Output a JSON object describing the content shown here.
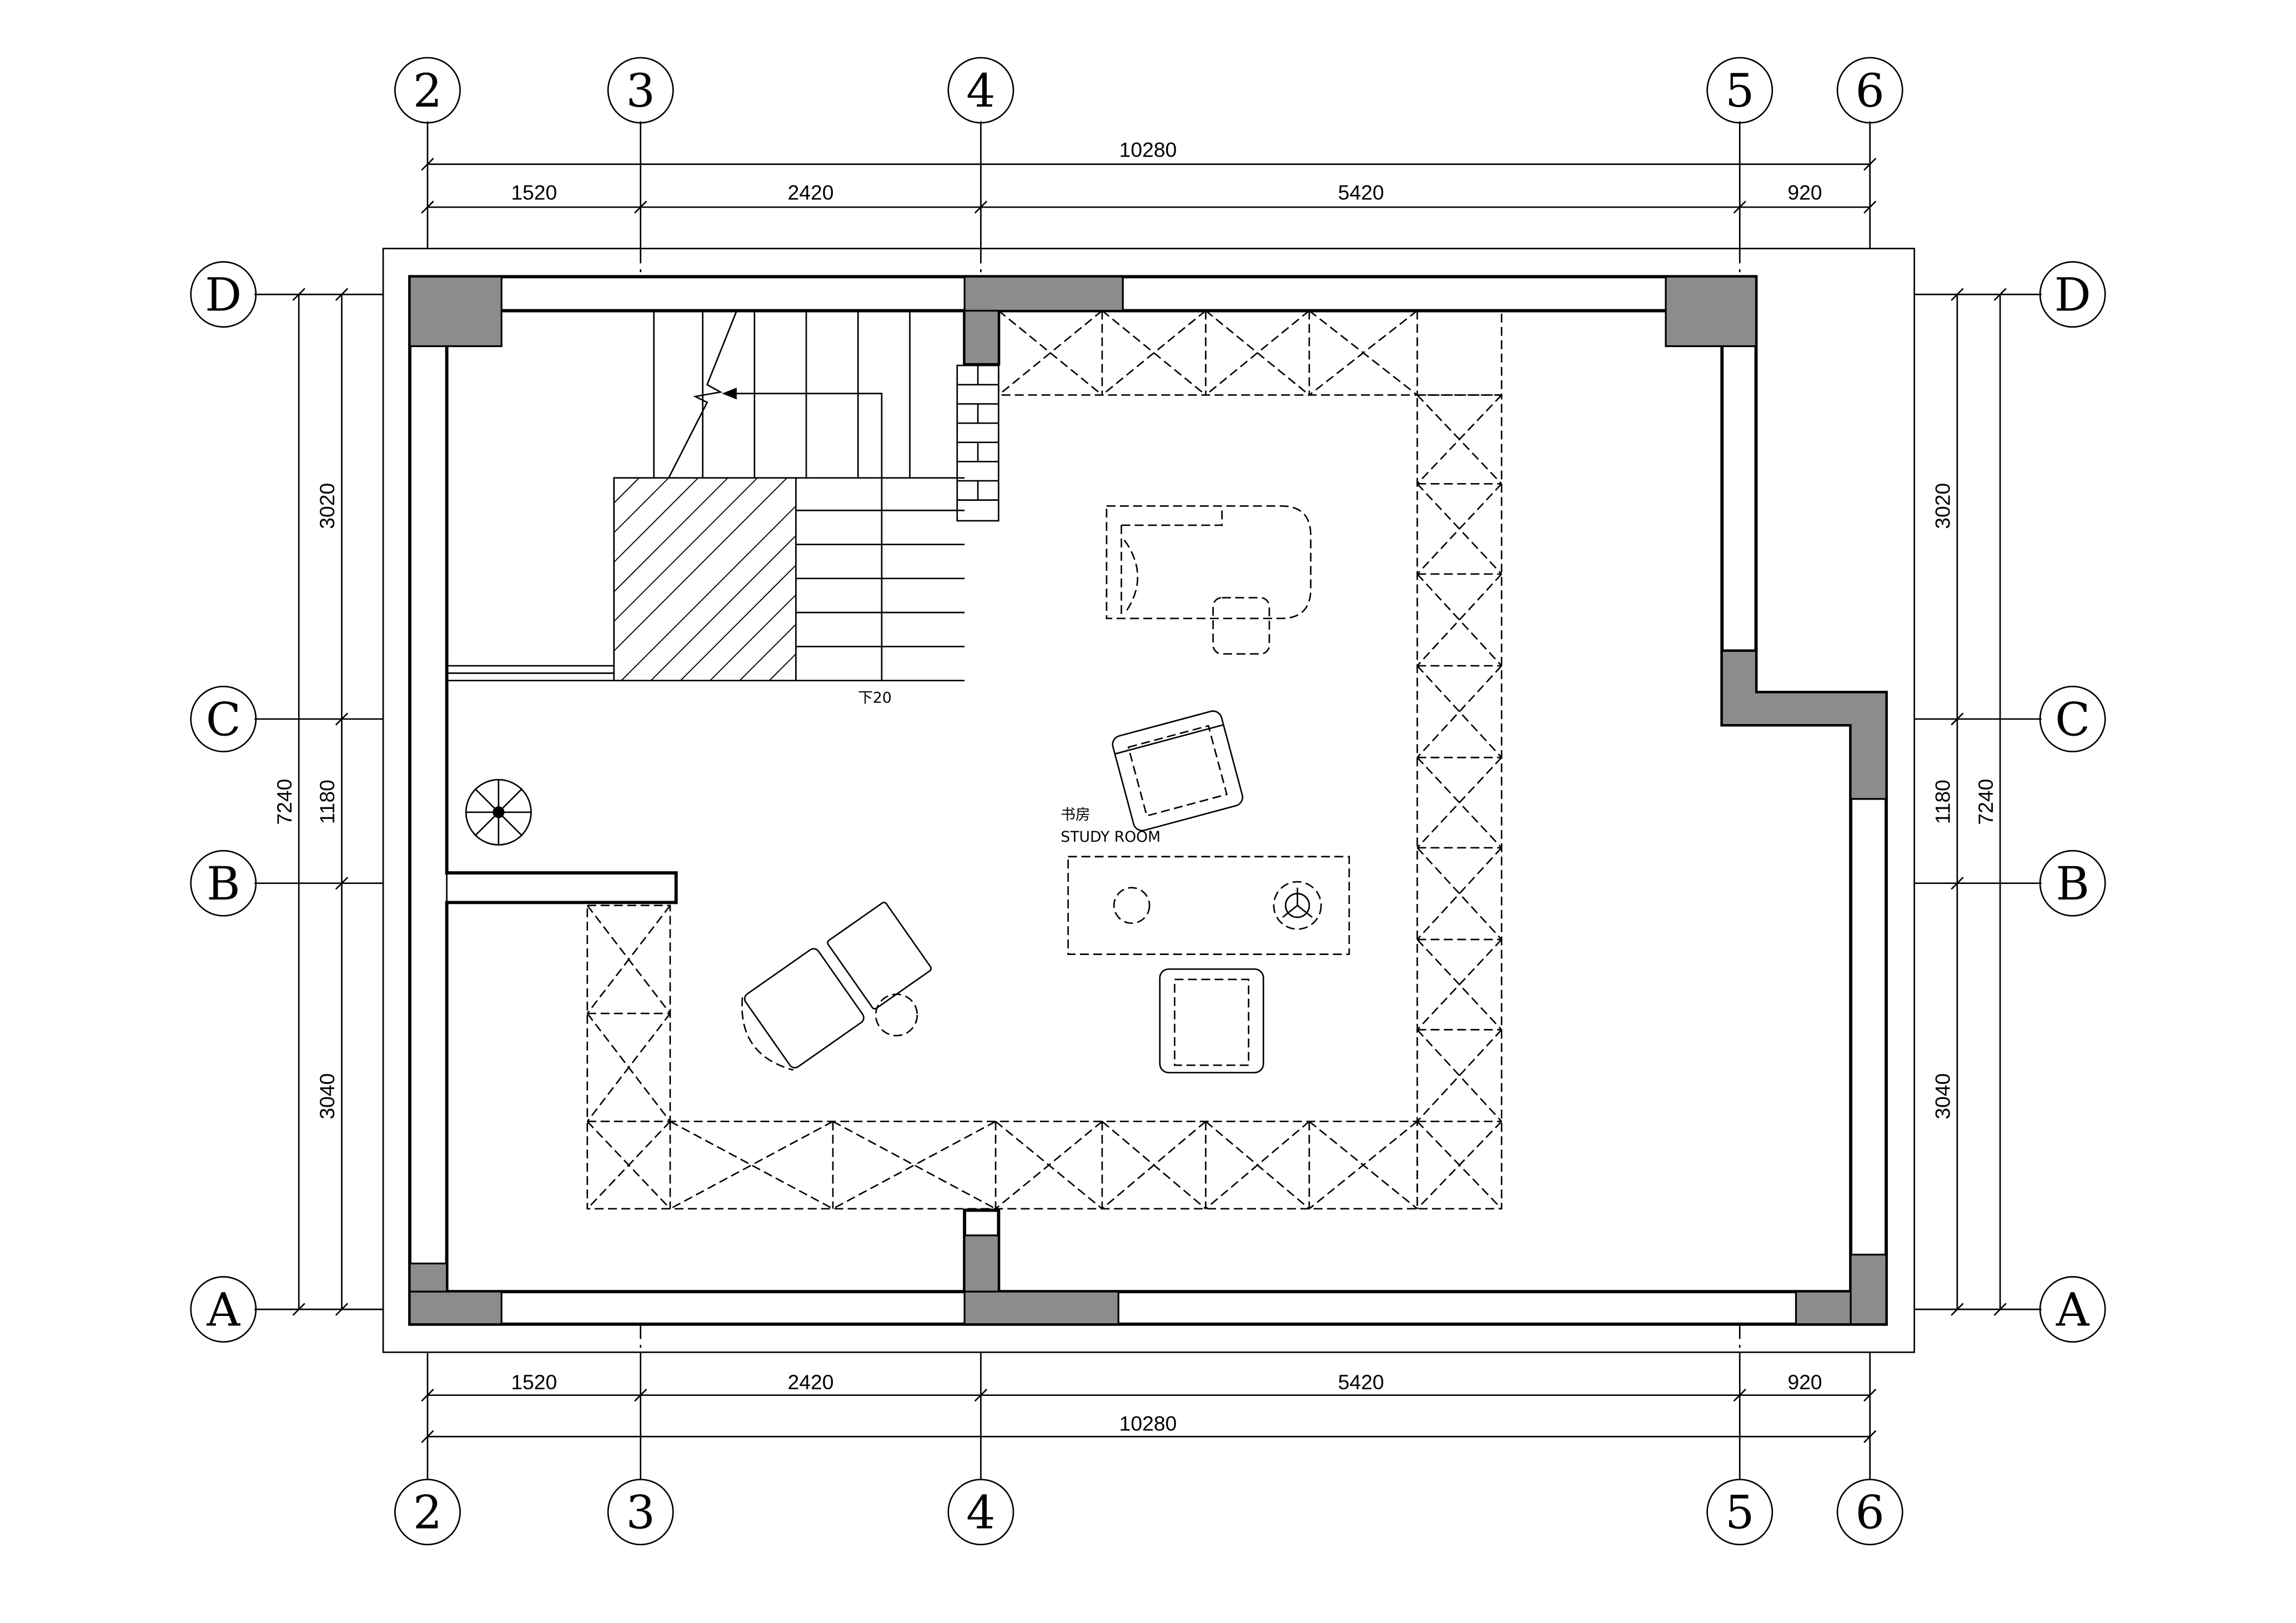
{
  "grid": {
    "columns": [
      "2",
      "3",
      "4",
      "5",
      "6"
    ],
    "rows": [
      "D",
      "C",
      "B",
      "A"
    ]
  },
  "dimensions": {
    "horizontal_segments": [
      "1520",
      "2420",
      "5420",
      "920"
    ],
    "horizontal_total": "10280",
    "vertical_segments": [
      "3020",
      "1180",
      "3040"
    ],
    "vertical_total": "7240"
  },
  "rooms": {
    "study_cn": "书房",
    "study_en": "STUDY ROOM"
  },
  "stair": {
    "label": "下20"
  }
}
